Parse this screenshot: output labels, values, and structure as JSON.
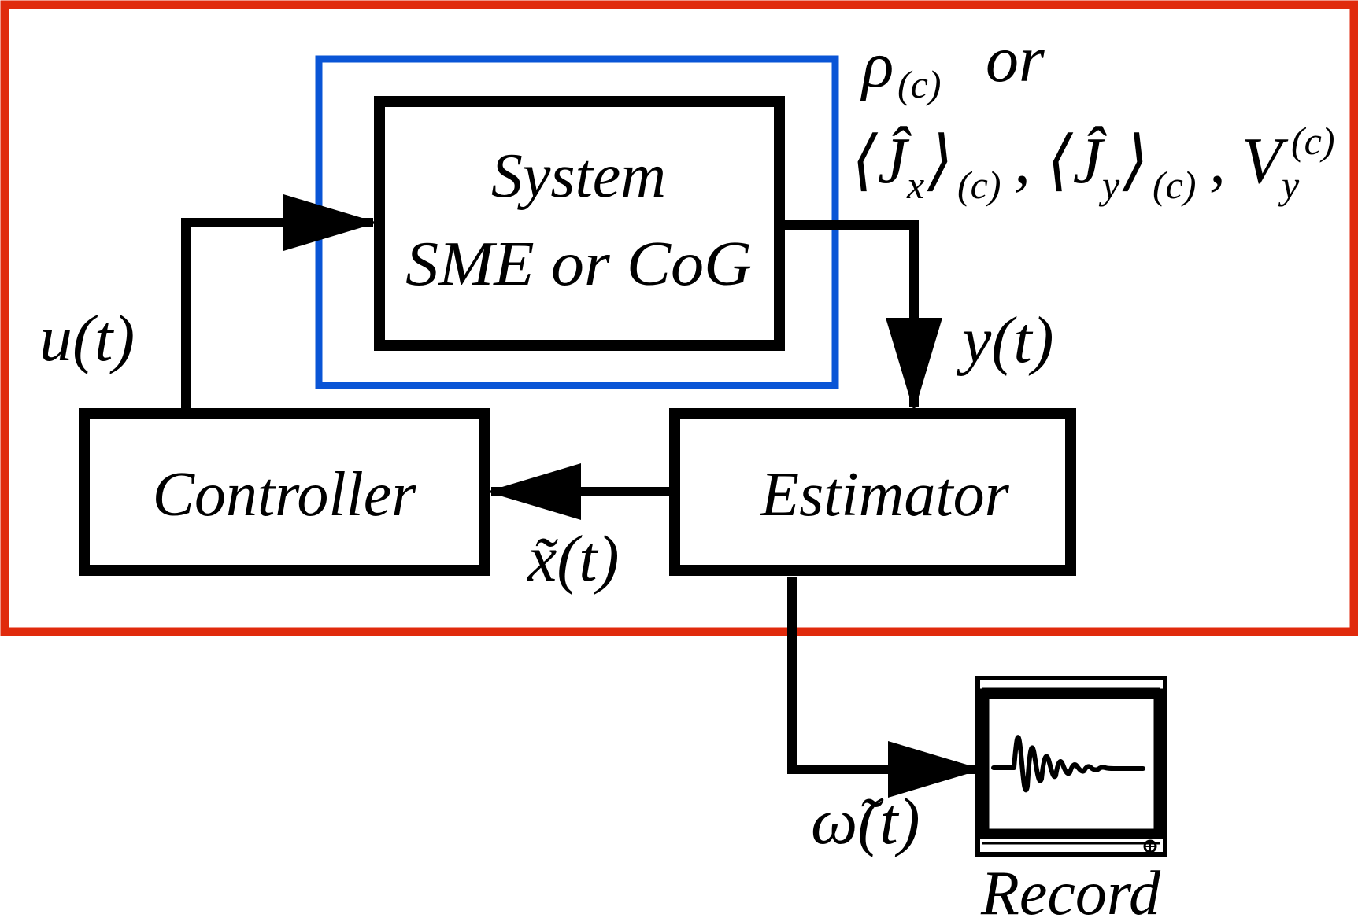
{
  "colors": {
    "outer_frame": "#e02a0c",
    "system_frame": "#0a55d6",
    "line": "#000000"
  },
  "blocks": {
    "system_title": "System",
    "system_subtitle": "SME or CoG",
    "controller": "Controller",
    "estimator": "Estimator",
    "record": "Record"
  },
  "signals": {
    "u": "u(t)",
    "y": "y(t)",
    "x_tilde": "x̃(t)",
    "omega_tilde": "ω̃(t)"
  },
  "observables": {
    "rho": "ρ",
    "rho_sub": "(c)",
    "or": "or",
    "jx": "⟨Ĵ",
    "jx_sub": "x",
    "jx_close": "⟩",
    "jx_close_sub": "(c)",
    "comma1": ",",
    "jy": "⟨Ĵ",
    "jy_sub": "y",
    "jy_close": "⟩",
    "jy_close_sub": "(c)",
    "comma2": ",",
    "v": "V",
    "v_sub": "y",
    "v_sup": "(c)"
  },
  "icons": {
    "monitor": "oscilloscope-monitor-icon"
  }
}
